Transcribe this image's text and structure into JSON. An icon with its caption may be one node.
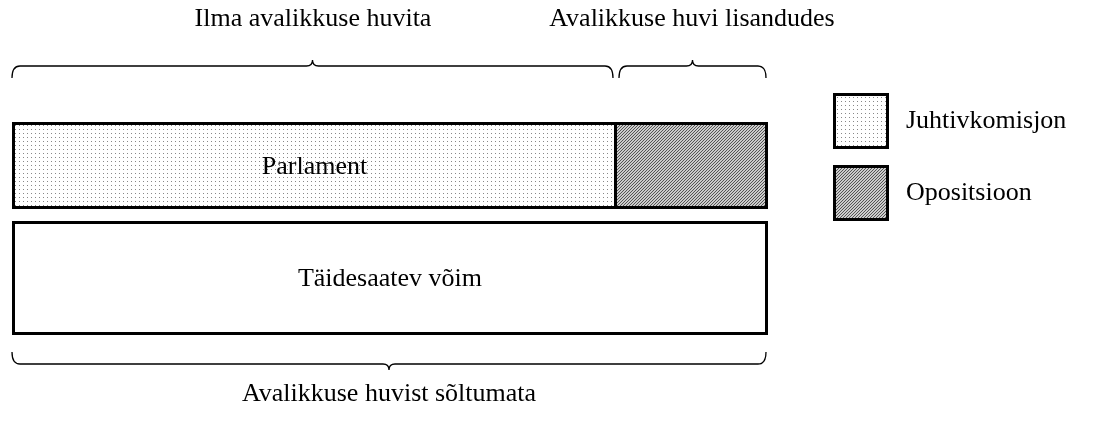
{
  "diagram": {
    "nodes": [
      {
        "text": [
          "Parlament"
        ]
      },
      {
        "text": [],
        "shape": "box"
      },
      {
        "text": [
          "Täidesaatev võim"
        ]
      }
    ],
    "edges": [],
    "labels": [
      "Ilma avalikkuse huvita",
      "Avalikkuse huvi lisandudes",
      "Avalikkuse huvist sõltumata"
    ],
    "legend": [
      {
        "text": "Juhtivkomisjon"
      },
      {
        "text": "Opositsioon"
      }
    ]
  }
}
